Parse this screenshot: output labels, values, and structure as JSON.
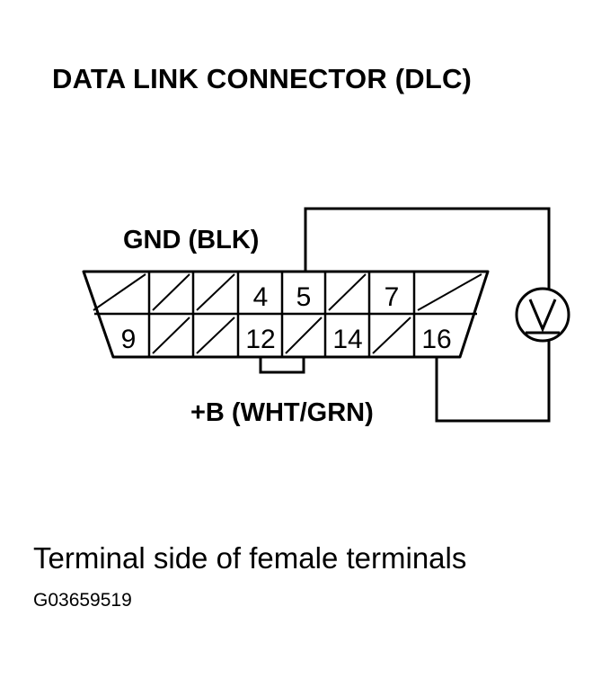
{
  "title": "DATA LINK CONNECTOR (DLC)",
  "labels": {
    "gnd": "GND (BLK)",
    "battery": "+B (WHT/GRN)"
  },
  "pins": {
    "p4": "4",
    "p5": "5",
    "p7": "7",
    "p9": "9",
    "p12": "12",
    "p14": "14",
    "p16": "16"
  },
  "meter_icon": "voltmeter-icon",
  "caption": "Terminal side of female terminals",
  "figure_id": "G03659519"
}
